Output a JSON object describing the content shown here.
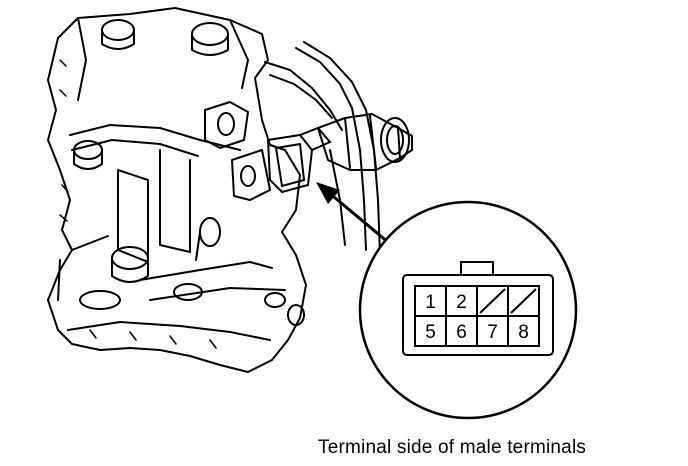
{
  "diagram": {
    "caption": "Terminal side of male terminals",
    "connector": {
      "terminals": [
        {
          "label": "1",
          "row": 1,
          "col": 1,
          "blank": false
        },
        {
          "label": "2",
          "row": 1,
          "col": 2,
          "blank": false
        },
        {
          "label": "",
          "row": 1,
          "col": 3,
          "blank": true
        },
        {
          "label": "",
          "row": 1,
          "col": 4,
          "blank": true
        },
        {
          "label": "5",
          "row": 2,
          "col": 1,
          "blank": false
        },
        {
          "label": "6",
          "row": 2,
          "col": 2,
          "blank": false
        },
        {
          "label": "7",
          "row": 2,
          "col": 3,
          "blank": false
        },
        {
          "label": "8",
          "row": 2,
          "col": 4,
          "blank": false
        }
      ]
    },
    "colors": {
      "line": "#000000",
      "background": "#ffffff"
    }
  }
}
